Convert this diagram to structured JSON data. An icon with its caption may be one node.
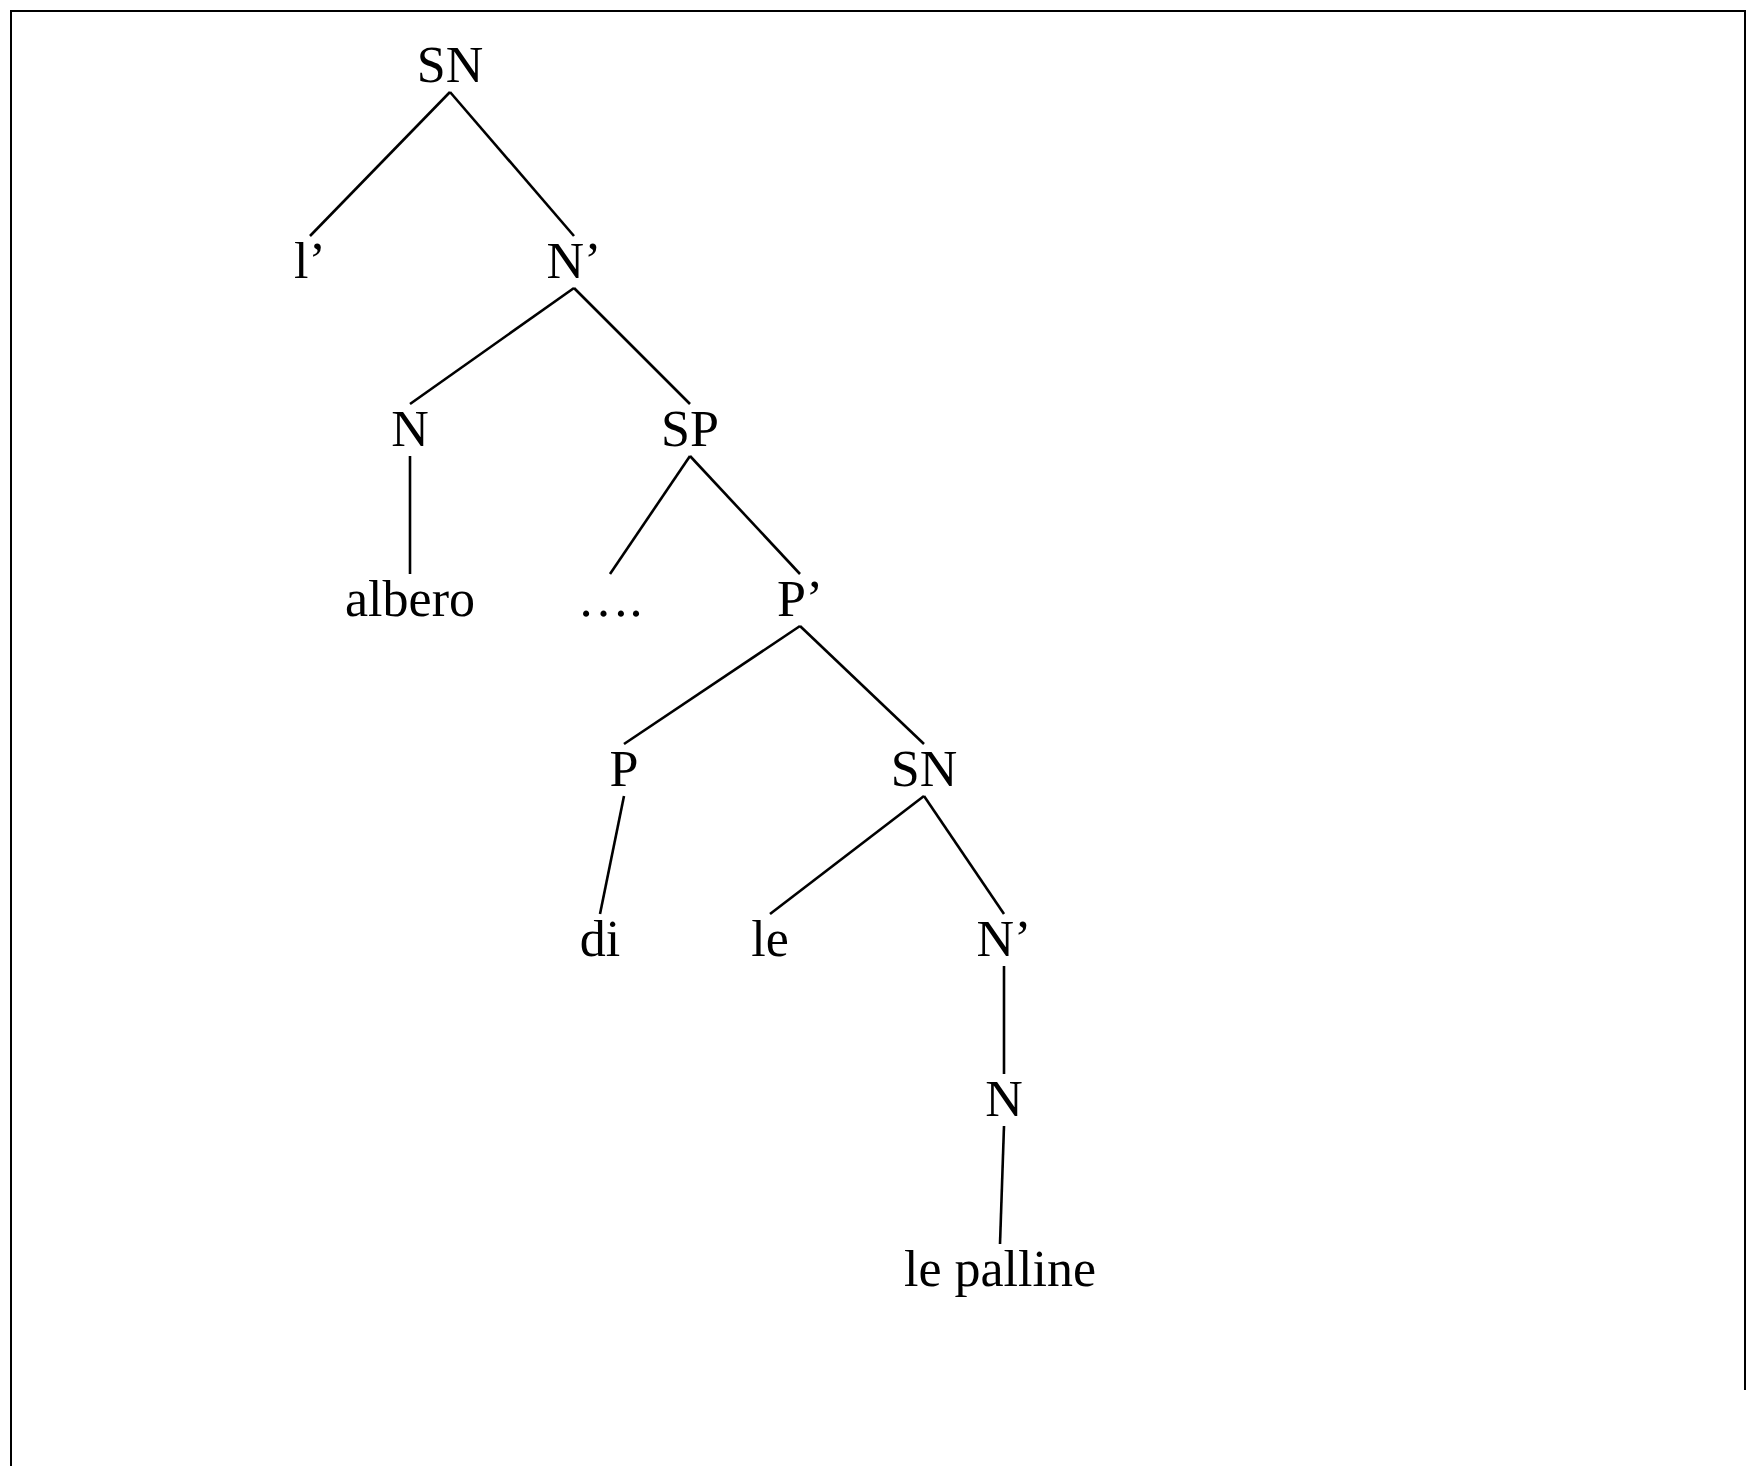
{
  "diagram": {
    "nodes": [
      {
        "text": [
          "SN"
        ]
      },
      {
        "text": [
          "l’"
        ]
      },
      {
        "text": [
          "N’"
        ]
      },
      {
        "text": [
          "N"
        ]
      },
      {
        "text": [
          "SP"
        ]
      },
      {
        "text": [
          "albero"
        ]
      },
      {
        "text": [
          "…."
        ]
      },
      {
        "text": [
          "P’"
        ]
      },
      {
        "text": [
          "P"
        ]
      },
      {
        "text": [
          "SN"
        ]
      },
      {
        "text": [
          "di"
        ]
      },
      {
        "text": [
          "le"
        ]
      },
      {
        "text": [
          "N’"
        ]
      },
      {
        "text": [
          "N"
        ]
      },
      {
        "text": [
          "le palline"
        ]
      }
    ],
    "edges": [
      {
        "from": 0,
        "to": 1,
        "arrow": "none"
      },
      {
        "from": 0,
        "to": 2,
        "arrow": "none"
      },
      {
        "from": 2,
        "to": 3,
        "arrow": "none"
      },
      {
        "from": 2,
        "to": 4,
        "arrow": "none"
      },
      {
        "from": 3,
        "to": 5,
        "arrow": "none"
      },
      {
        "from": 4,
        "to": 6,
        "arrow": "none"
      },
      {
        "from": 4,
        "to": 7,
        "arrow": "none"
      },
      {
        "from": 7,
        "to": 8,
        "arrow": "none"
      },
      {
        "from": 7,
        "to": 9,
        "arrow": "none"
      },
      {
        "from": 8,
        "to": 10,
        "arrow": "none"
      },
      {
        "from": 9,
        "to": 11,
        "arrow": "none"
      },
      {
        "from": 9,
        "to": 12,
        "arrow": "none"
      },
      {
        "from": 12,
        "to": 13,
        "arrow": "none"
      },
      {
        "from": 13,
        "to": 14,
        "arrow": "none"
      }
    ]
  }
}
